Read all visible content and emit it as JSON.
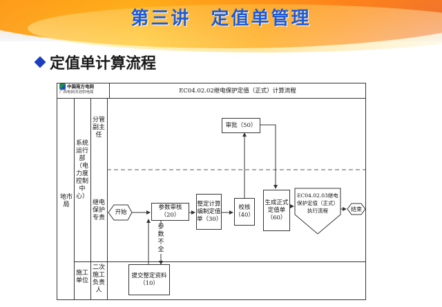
{
  "slide": {
    "title": "第三讲　定值单管理",
    "section": "定值单计算流程"
  },
  "chart": {
    "logo_name": "中国南方电网",
    "logo_sub": "广西电网河池供电局",
    "title": "EC04.02.02继电保护定值（正式）计算流程",
    "pool_label": "地市局",
    "dept_label": "系统运行部（电力度控制中心）",
    "role_deputy": "分管副主任",
    "role_specialist": "继电保护专责",
    "dept_construction": "施工单位",
    "role_construction": "二次施工负责人",
    "nodes": {
      "start": "开始",
      "review": "参数审核（20）",
      "calc": "整定计算编制定值单（30）",
      "check": "校核（40）",
      "approve": "审批（50）",
      "generate": "生成正式定值单（60）",
      "execute": "EC04.02.03继电保护定值（正式）执行流程",
      "end": "结束",
      "submit": "提交整定资料（10）"
    },
    "edge_label_incomplete": "参数不全"
  }
}
